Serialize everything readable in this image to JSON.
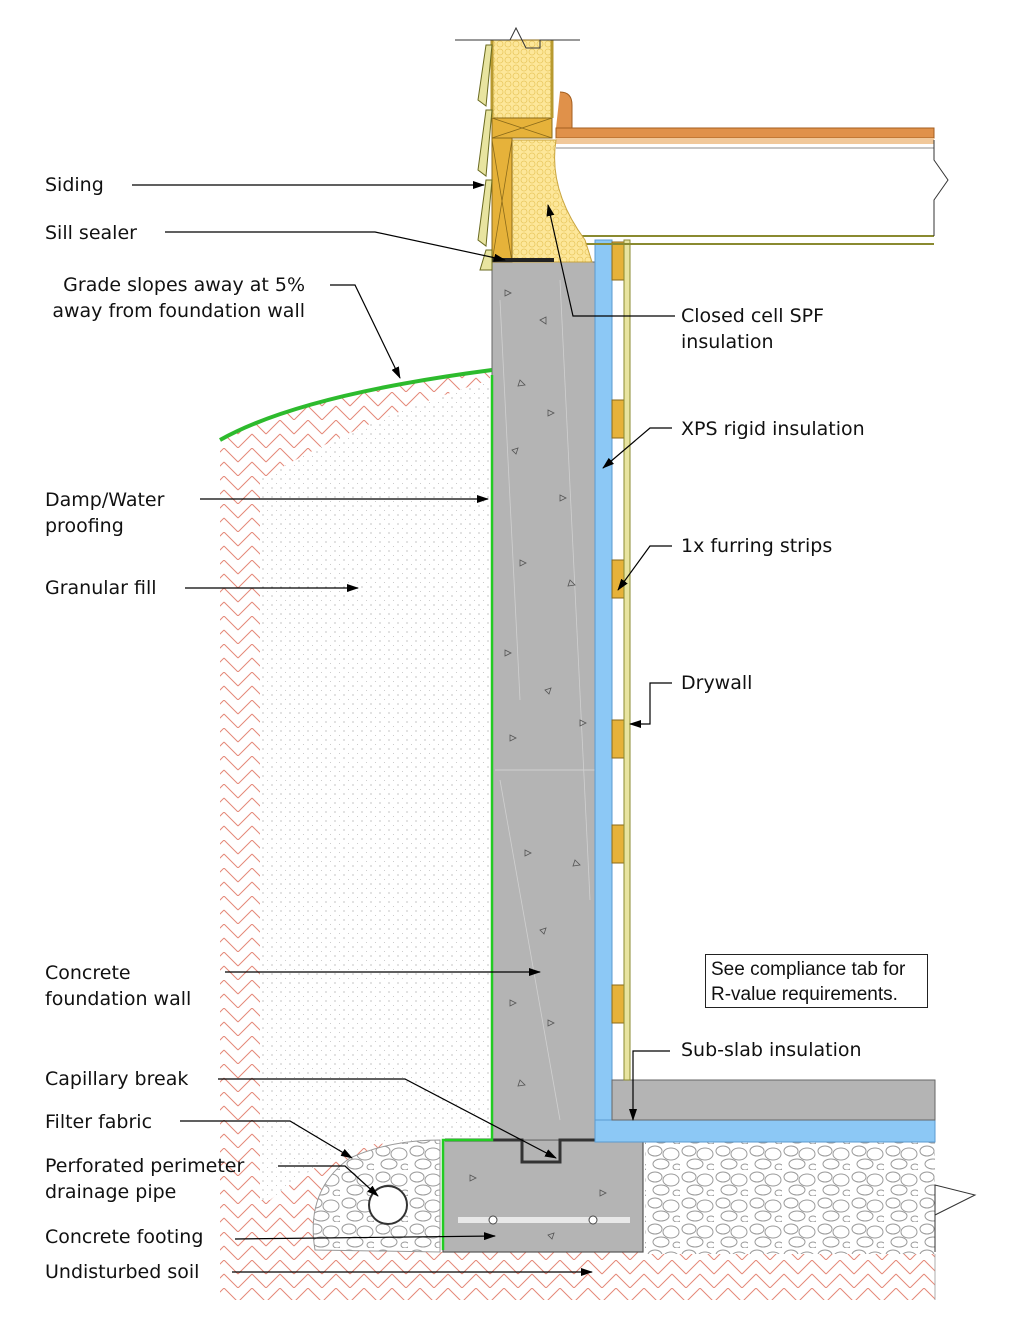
{
  "labels": {
    "siding": "Siding",
    "sill_sealer": "Sill sealer",
    "grade": "Grade slopes away at 5%\naway from foundation wall",
    "closed_cell_spf": "Closed cell SPF\ninsulation",
    "xps": "XPS rigid insulation",
    "damp_water": "Damp/Water\nproofing",
    "furring": "1x furring strips",
    "granular_fill": "Granular fill",
    "drywall": "Drywall",
    "concrete_wall": "Concrete\nfoundation wall",
    "sub_slab": "Sub-slab insulation",
    "capillary_break": "Capillary break",
    "filter_fabric": "Filter fabric",
    "drain_pipe": "Perforated perimeter\ndrainage pipe",
    "concrete_footing": "Concrete footing",
    "undisturbed_soil": "Undisturbed soil"
  },
  "note": "See compliance tab for\nR-value requirements.",
  "colors": {
    "concrete": "#b4b4b4",
    "xps_blue": "#8cc8f5",
    "wood": "#e6b23a",
    "spf_foam": "#fde79a",
    "waterproofing_green": "#22cc22",
    "grade_green": "#2dbb2d",
    "soil_hatch": "#e08070",
    "floor_orange": "#e0914a"
  }
}
